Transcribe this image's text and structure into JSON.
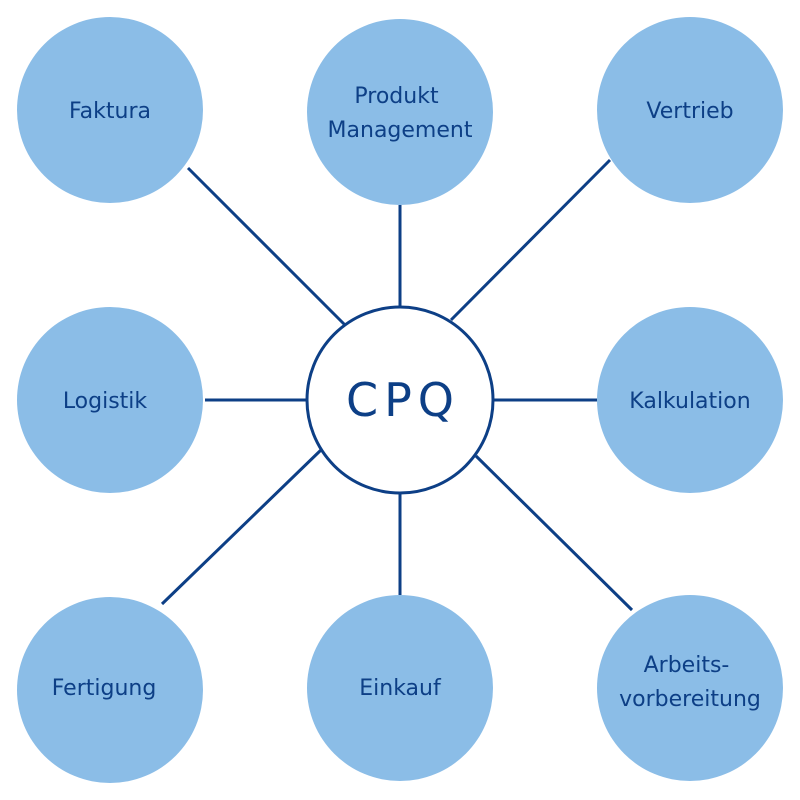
{
  "colors": {
    "node_fill": "#8bbde7",
    "line_color": "#0d3f86",
    "text_color": "#0d3f86",
    "center_fill": "#ffffff"
  },
  "center": {
    "label": "CPQ"
  },
  "nodes": [
    {
      "id": "faktura",
      "lines": [
        "Faktura"
      ]
    },
    {
      "id": "produkt-management",
      "lines": [
        "Produkt",
        "Management"
      ]
    },
    {
      "id": "vertrieb",
      "lines": [
        "Vertrieb"
      ]
    },
    {
      "id": "logistik",
      "lines": [
        "Logistik"
      ]
    },
    {
      "id": "kalkulation",
      "lines": [
        "Kalkulation"
      ]
    },
    {
      "id": "fertigung",
      "lines": [
        "Fertigung"
      ]
    },
    {
      "id": "einkauf",
      "lines": [
        "Einkauf"
      ]
    },
    {
      "id": "arbeitsvorbereitung",
      "lines": [
        "Arbeits-",
        "vorbereitung"
      ]
    }
  ]
}
